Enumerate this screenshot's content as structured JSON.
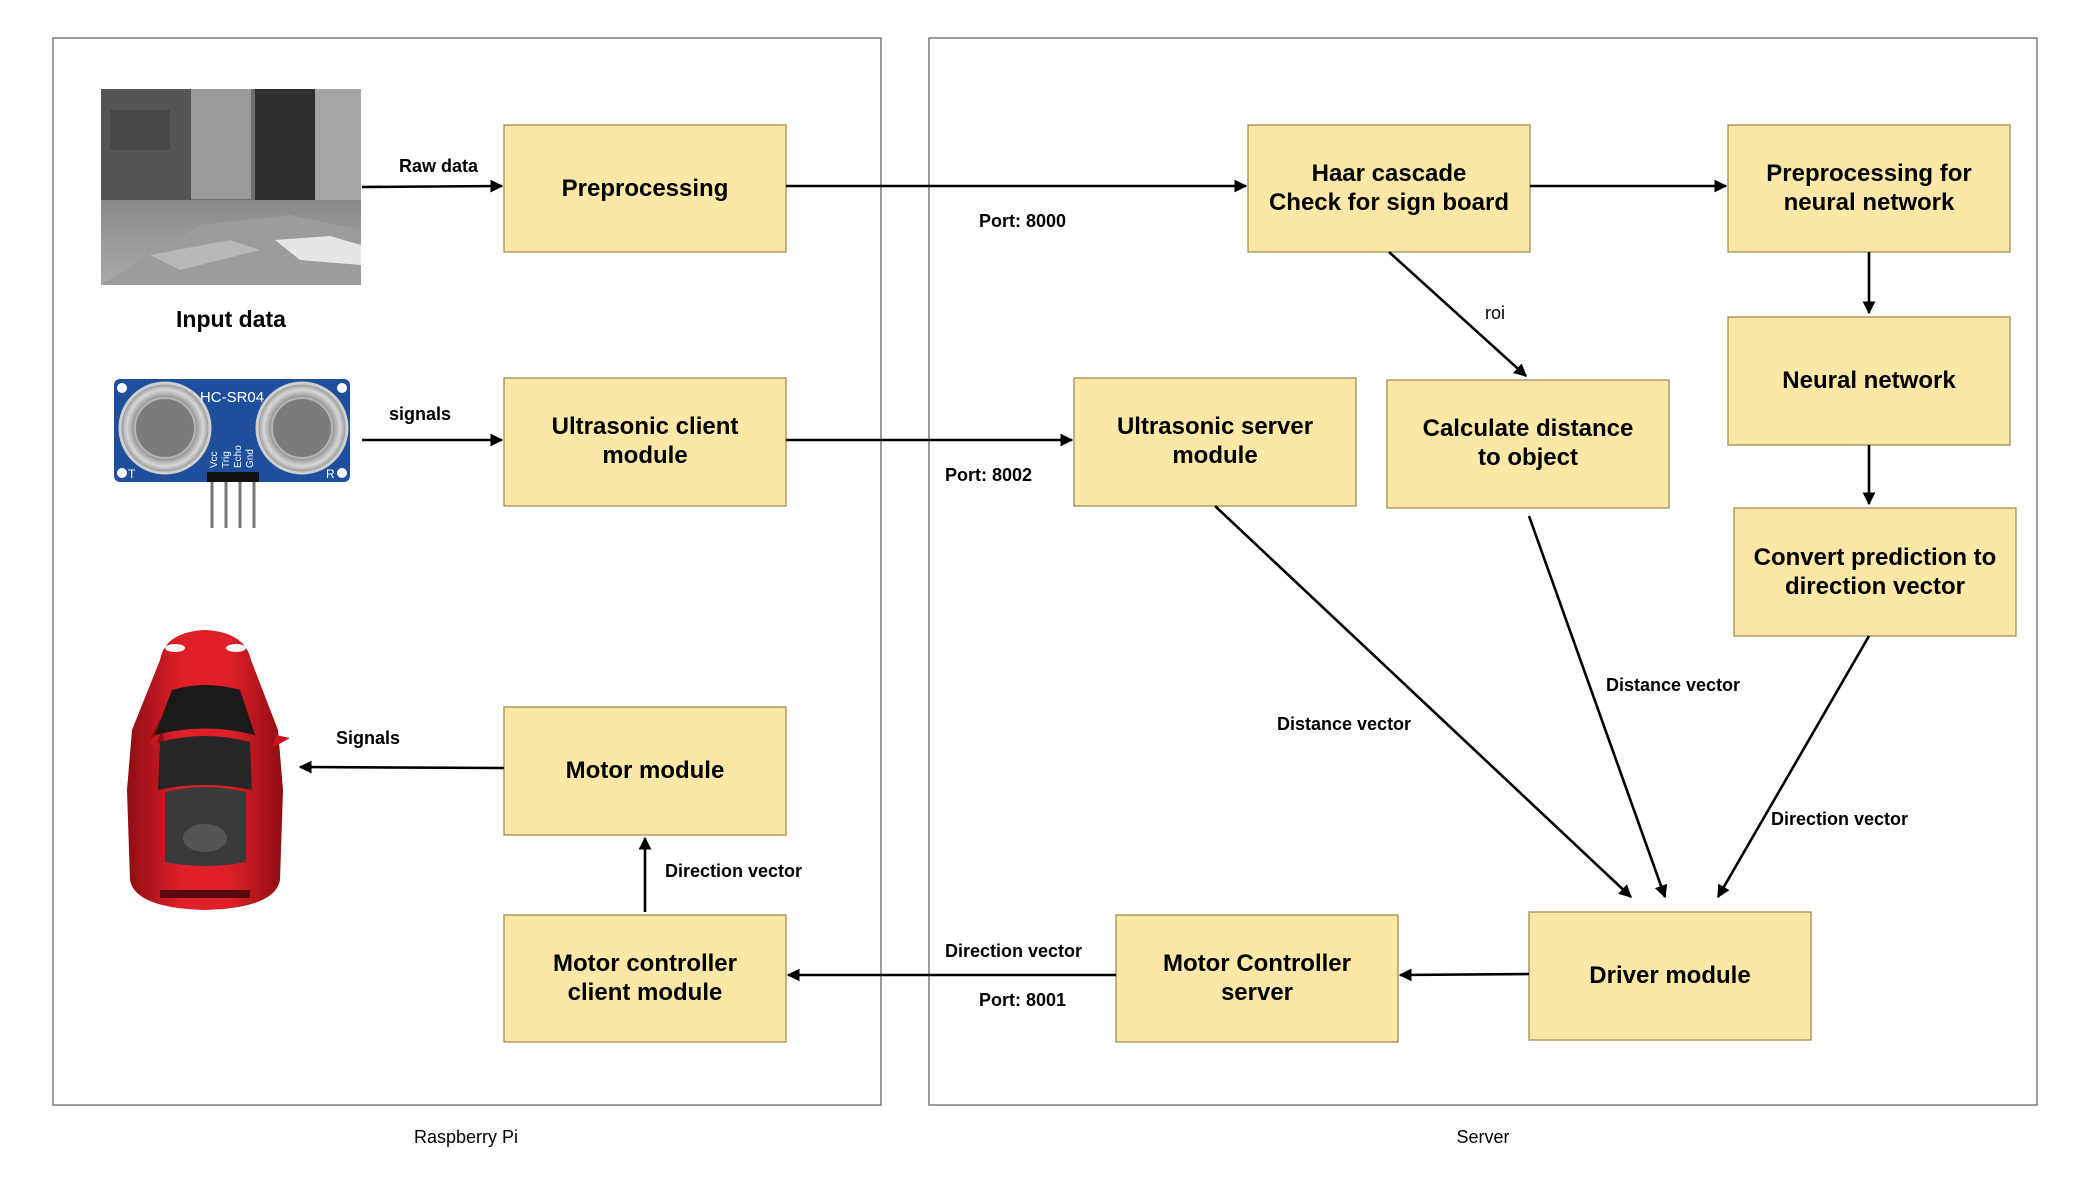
{
  "containers": {
    "raspberry_pi": "Raspberry Pi",
    "server": "Server"
  },
  "input_data_label": "Input data",
  "sensor_board": {
    "model": "HC-SR04",
    "pins": [
      "Vcc",
      "Trig",
      "Echo",
      "Gnd"
    ],
    "corner_left": "T",
    "corner_right": "R"
  },
  "boxes": {
    "preprocessing": [
      "Preprocessing"
    ],
    "ultrasonic_client": [
      "Ultrasonic client",
      "module"
    ],
    "motor_module": [
      "Motor module"
    ],
    "motor_controller_client": [
      "Motor controller",
      "client module"
    ],
    "haar_cascade": [
      "Haar cascade",
      "Check for sign board"
    ],
    "preprocessing_nn": [
      "Preprocessing for",
      "neural network"
    ],
    "neural_network": [
      "Neural network"
    ],
    "convert_prediction": [
      "Convert prediction to",
      "direction vector"
    ],
    "ultrasonic_server": [
      "Ultrasonic server",
      "module"
    ],
    "calculate_distance": [
      "Calculate distance",
      "to object"
    ],
    "driver_module": [
      "Driver module"
    ],
    "motor_controller_server": [
      "Motor Controller",
      "server"
    ]
  },
  "edges": {
    "raw_data": "Raw data",
    "signals_sensor": "signals",
    "signals_car": "Signals",
    "direction_vector_motor": "Direction vector",
    "port_8000": "Port: 8000",
    "port_8002": "Port: 8002",
    "port_8001": "Port: 8001",
    "direction_vector_client": "Direction vector",
    "roi": "roi",
    "distance_vector_ultrasonic": "Distance vector",
    "distance_vector_calc": "Distance vector",
    "direction_vector_convert": "Direction vector"
  },
  "colors": {
    "box_fill": "#fce8a6",
    "box_stroke": "#a08c55",
    "container_stroke": "#666666",
    "sensor_blue": "#1f4f9c",
    "car_red": "#c8141c"
  },
  "icons": [
    "camera-frame-image",
    "ultrasonic-sensor-icon",
    "red-car-icon"
  ]
}
